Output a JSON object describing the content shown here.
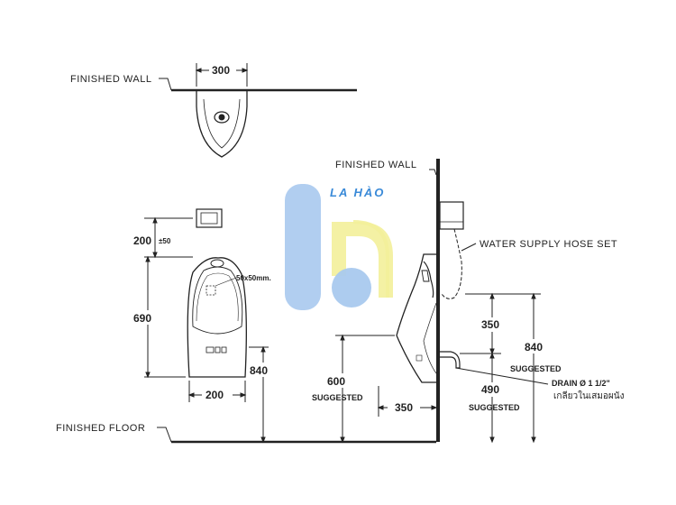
{
  "labels": {
    "finished_wall_top": "FINISHED  WALL",
    "finished_wall_side": "FINISHED  WALL",
    "finished_floor": "FINISHED  FLOOR",
    "water_supply": "WATER  SUPPLY  HOSE  SET",
    "flush_box": "50x50mm.",
    "drain": "DRAIN Ø 1 1/2\"",
    "drain_thai": "เกลียวในเสมอผนัง",
    "suggested_600": "SUGGESTED",
    "suggested_840": "SUGGESTED",
    "suggested_490": "SUGGESTED"
  },
  "dimensions": {
    "top_width": "300",
    "sensor_height": "200",
    "sensor_tolerance": "±50",
    "body_height": "690",
    "front_height": "840",
    "base_width": "200",
    "side_600": "600",
    "side_350_depth": "350",
    "side_350_upper": "350",
    "side_840": "840",
    "side_490": "490"
  },
  "watermark": {
    "text": "LA HÀO",
    "blue": "#a9c9ee",
    "yellow": "#f3ef9a"
  }
}
